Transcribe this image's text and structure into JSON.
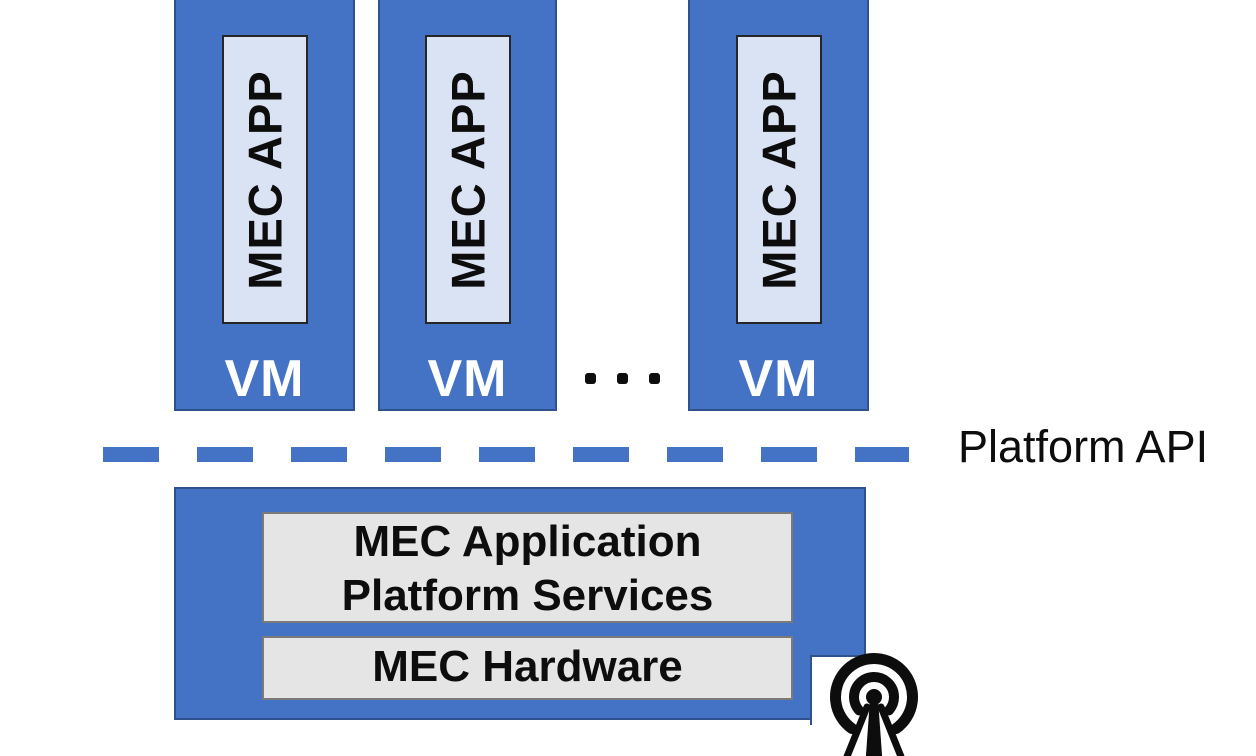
{
  "diagram": {
    "vm_columns": [
      {
        "app": "MEC APP",
        "label": "VM"
      },
      {
        "app": "MEC APP",
        "label": "VM"
      },
      {
        "app": "MEC APP",
        "label": "VM"
      }
    ],
    "ellipsis": "···",
    "platform_api_label": "Platform API",
    "platform": {
      "services_lines": [
        "MEC Application",
        "Platform Services"
      ],
      "hardware_label": "MEC Hardware"
    },
    "icons": {
      "antenna": "broadcast-tower-icon"
    },
    "colors": {
      "blue": "#4472C4",
      "blue_border": "#2F528F",
      "light_blue": "#DAE3F3",
      "light_blue_border": "#262626",
      "gray": "#E6E5E5",
      "gray_border": "#7A7A7A",
      "ink": "#0D0D0D"
    }
  }
}
